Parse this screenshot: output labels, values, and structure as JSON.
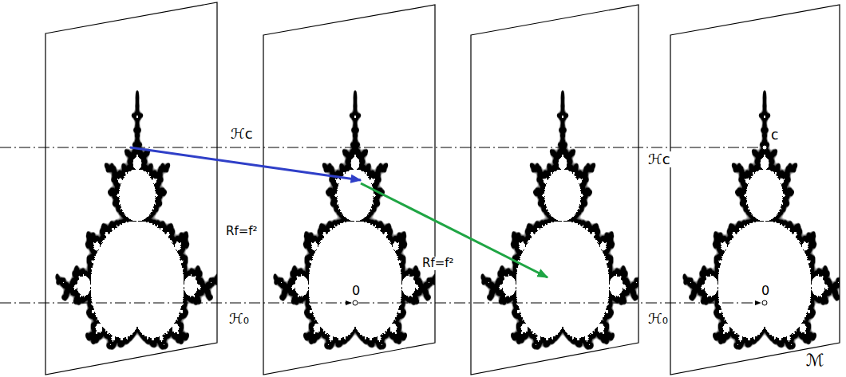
{
  "diagram": {
    "labels": [
      "ℋc",
      "c",
      "ℋc",
      "Rf=f²",
      "Rf=f²",
      "0",
      "0",
      "ℋ₀",
      "ℋ₀",
      "ℳ"
    ]
  }
}
